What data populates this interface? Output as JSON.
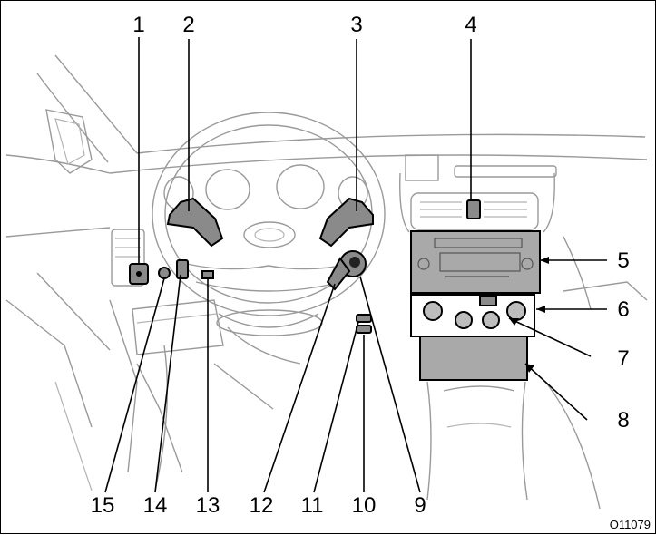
{
  "figure": {
    "code": "O11079",
    "callouts": [
      "1",
      "2",
      "3",
      "4",
      "5",
      "6",
      "7",
      "8",
      "9",
      "10",
      "11",
      "12",
      "13",
      "14",
      "15"
    ]
  },
  "colors": {
    "line_art": "#9a9a9a",
    "highlight_panel": "#a9a9a9",
    "control_fill": "#8a8a8a",
    "leader": "#000000"
  }
}
